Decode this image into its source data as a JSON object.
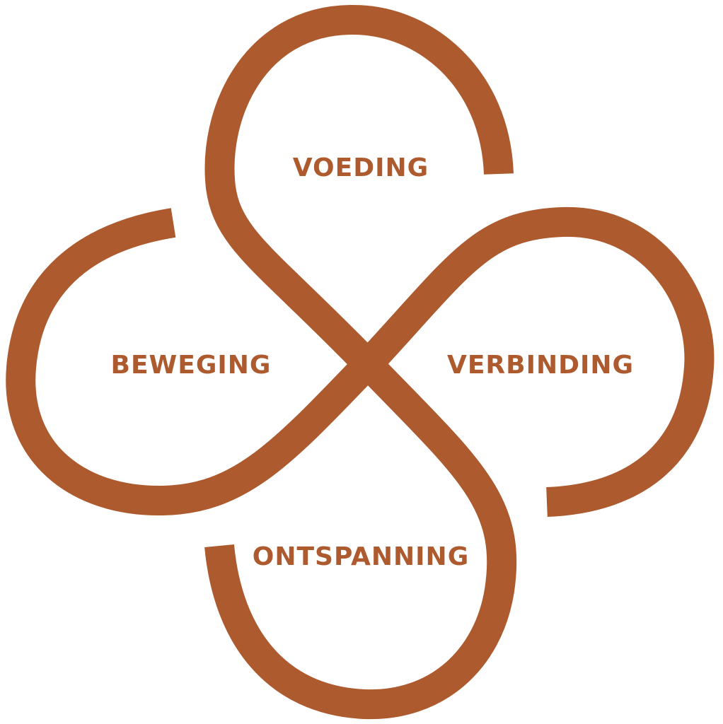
{
  "colors": {
    "accent": "#ad5a2e",
    "background": "#ffffff"
  },
  "labels": {
    "top": "VOEDING",
    "left": "BEWEGING",
    "right": "VERBINDING",
    "bottom": "ONTSPANNING"
  }
}
